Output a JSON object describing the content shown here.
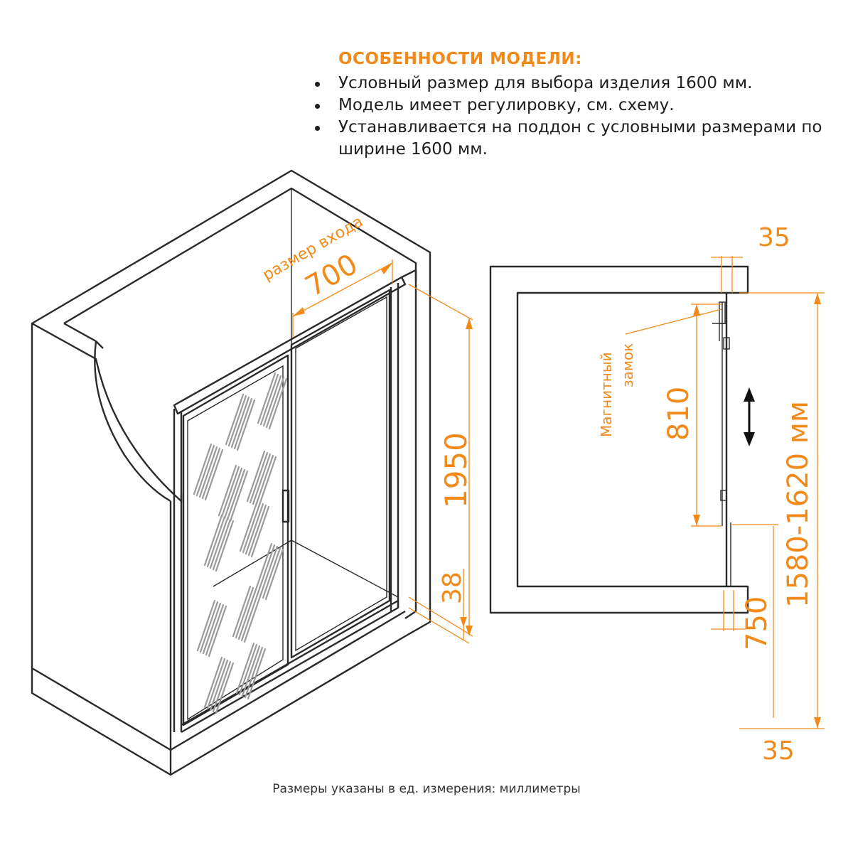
{
  "features": {
    "title": "ОСОБЕННОСТИ МОДЕЛИ:",
    "items": [
      "Условный размер для выбора изделия 1600 мм.",
      "Модель имеет регулировку, см. схему.",
      "Устанавливается на поддон с условными размерами по ширине 1600 мм."
    ]
  },
  "left_view": {
    "entry_label": "размер входа",
    "entry_width": "700",
    "height": "1950",
    "base_height": "38"
  },
  "right_view": {
    "top_offset": "35",
    "bottom_offset": "35",
    "lock_label_line1": "Магнитный",
    "lock_label_line2": "замок",
    "upper_segment": "810",
    "lower_segment": "750",
    "total_range": "1580-1620 мм"
  },
  "footer": {
    "note": "Размеры указаны в ед. измерения: миллиметры"
  },
  "colors": {
    "accent": "#f28a1a",
    "line": "#2a2a2a"
  }
}
